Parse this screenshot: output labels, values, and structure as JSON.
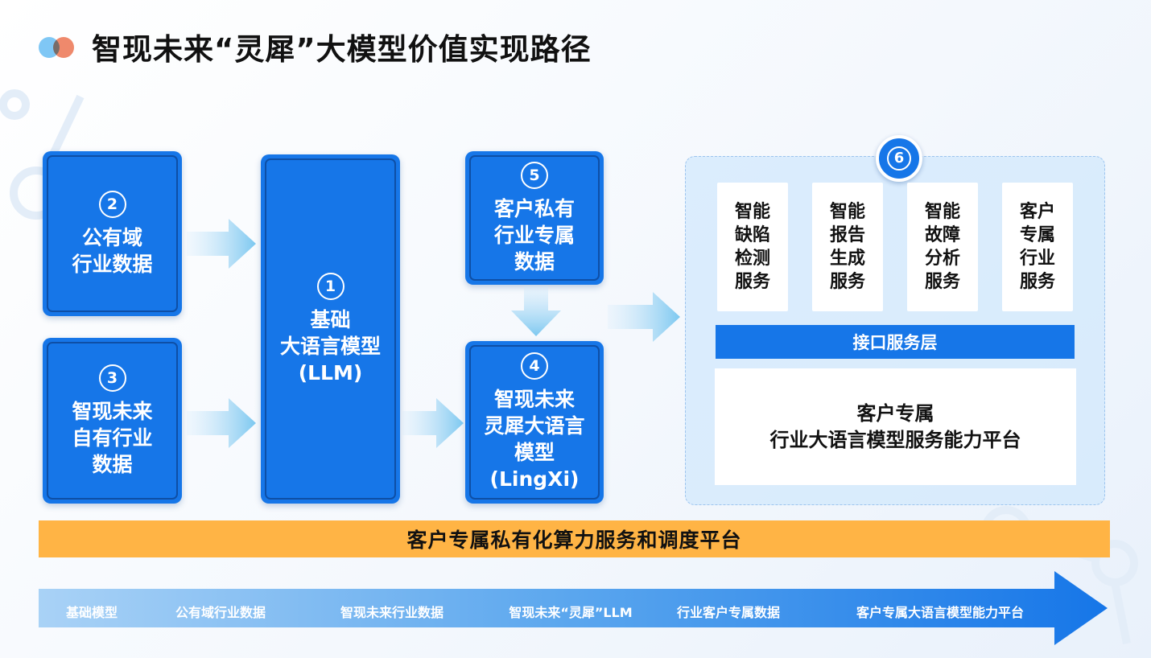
{
  "title": "智现未来“灵犀”大模型价值实现路径",
  "nodes": {
    "n1": {
      "num": "1",
      "label": "基础\n大语言模型\n(LLM)"
    },
    "n2": {
      "num": "2",
      "label": "公有域\n行业数据"
    },
    "n3": {
      "num": "3",
      "label": "智现未来\n自有行业\n数据"
    },
    "n4": {
      "num": "4",
      "label": "智现未来\n灵犀大语言\n模型\n(LingXi)"
    },
    "n5": {
      "num": "5",
      "label": "客户私有\n行业专属\n数据"
    },
    "n6": {
      "num": "6"
    }
  },
  "services": [
    {
      "label": "智能\n缺陷\n检测\n服务"
    },
    {
      "label": "智能\n报告\n生成\n服务"
    },
    {
      "label": "智能\n故障\n分析\n服务"
    },
    {
      "label": "客户\n专属\n行业\n服务"
    }
  ],
  "interface_layer": "接口服务层",
  "core_platform": "客户专属\n行业大语言模型服务能力平台",
  "compute_platform": "客户专属私有化算力服务和调度平台",
  "timeline": [
    "基础模型",
    "公有域行业数据",
    "智现未来行业数据",
    "智现未来“灵犀”LLM",
    "行业客户专属数据",
    "客户专属大语言模型能力平台"
  ],
  "colors": {
    "primary_blue": "#1676e8",
    "accent_orange": "#ffb445",
    "platform_bg": "#d2e8fc"
  }
}
